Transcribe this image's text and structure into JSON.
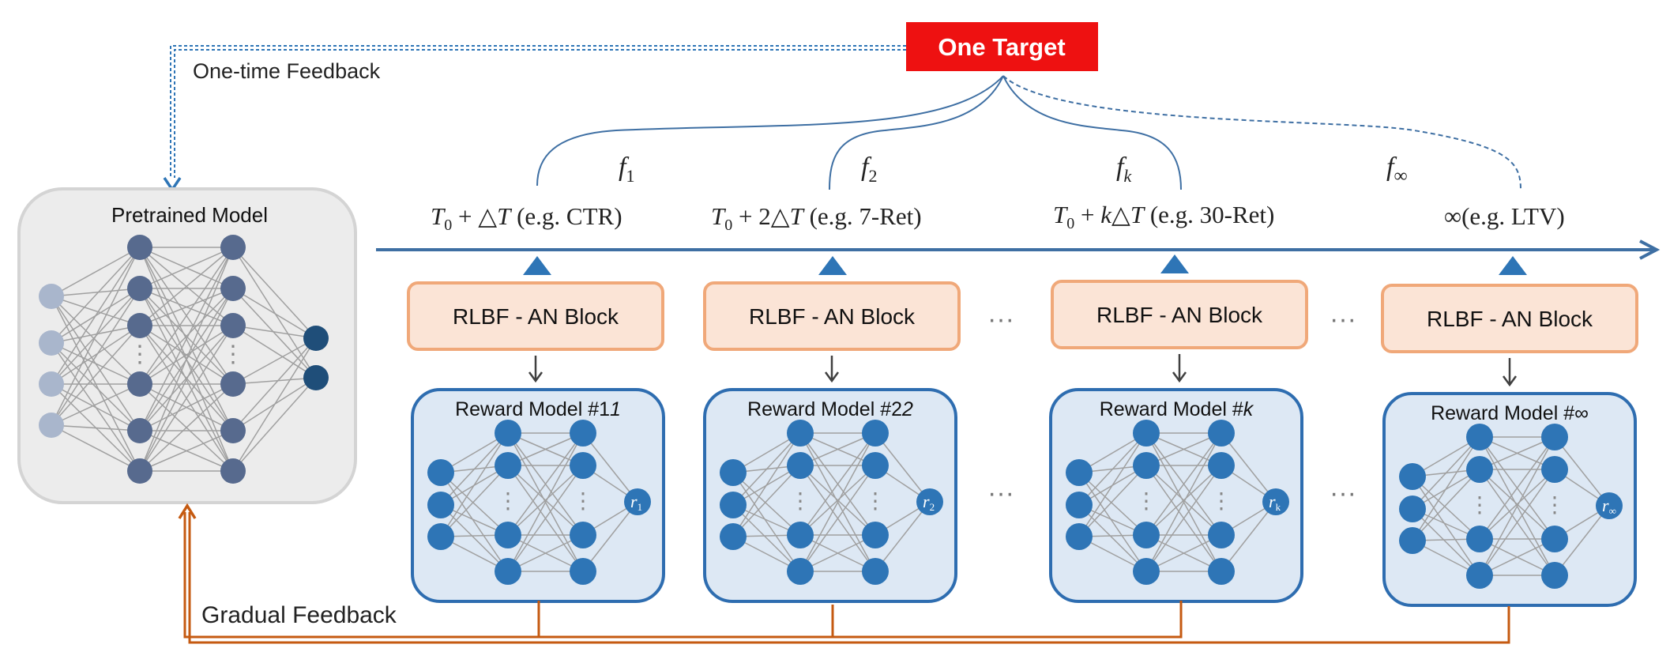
{
  "target": {
    "label": "One Target",
    "color": "#ee1111"
  },
  "feedback": {
    "one_time": "One-time Feedback",
    "gradual": "Gradual Feedback"
  },
  "pretrained": {
    "title": "Pretrained Model"
  },
  "functions": [
    {
      "f": "f",
      "sub": "1"
    },
    {
      "f": "f",
      "sub": "2"
    },
    {
      "f": "f",
      "sub": "k"
    },
    {
      "f": "f",
      "sub": "∞"
    }
  ],
  "timeline": [
    {
      "prefix": "T",
      "sub": "0",
      "mid": " + △",
      "var": "T",
      "suffix": " (e.g. CTR)"
    },
    {
      "prefix": "T",
      "sub": "0",
      "mid": " + 2△",
      "var": "T",
      "suffix": " (e.g.  7-Ret)"
    },
    {
      "prefix": "T",
      "sub": "0",
      "mid": " + ",
      "mid2": "k",
      "mid3": "△",
      "var": "T",
      "suffix": " (e.g.  30-Ret)"
    },
    {
      "label": "∞(e.g.  LTV)"
    }
  ],
  "blocks": [
    {
      "label": "RLBF - AN Block"
    },
    {
      "label": "RLBF - AN Block"
    },
    {
      "label": "RLBF - AN Block"
    },
    {
      "label": "RLBF - AN Block"
    }
  ],
  "reward_models": [
    {
      "title": "Reward Model #1",
      "num": "1",
      "out": "r",
      "out_sub": "1"
    },
    {
      "title": "Reward Model #2",
      "num": "2",
      "out": "r",
      "out_sub": "2"
    },
    {
      "title": "Reward Model #",
      "num": "k",
      "out": "r",
      "out_sub": "k"
    },
    {
      "title": "Reward Model #∞",
      "num": "",
      "out": "r",
      "out_sub": "∞"
    }
  ],
  "ellipsis": "···",
  "vdots": "⋮",
  "colors": {
    "axis": "#3e6fa3",
    "block_fill": "#fbe4d6",
    "block_stroke": "#f0a879",
    "rm_fill": "#dde8f4",
    "rm_stroke": "#2e6db0",
    "node_blue": "#2e75b6",
    "pre_fill": "#ececec",
    "pre_stroke": "#d4d4d4",
    "gradual": "#c55a11",
    "one_time": "#2e75b6"
  }
}
